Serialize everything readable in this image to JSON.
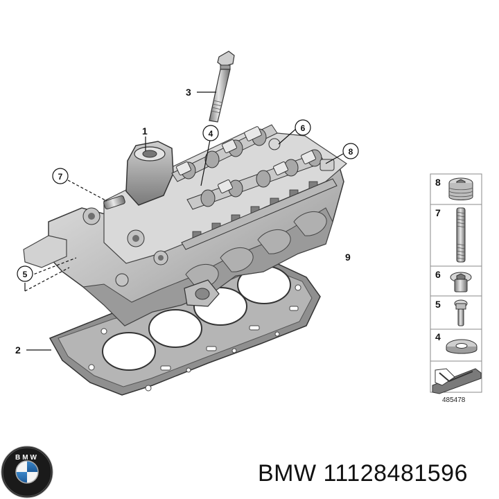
{
  "diagram": {
    "callouts": {
      "c1": "1",
      "c2": "2",
      "c3": "3",
      "c4": "4",
      "c5": "5",
      "c6": "6",
      "c7": "7",
      "c8": "8",
      "c9": "9"
    },
    "legend": {
      "items": [
        {
          "number": "8",
          "part_icon": "plug-screw-icon"
        },
        {
          "number": "7",
          "part_icon": "stud-bolt-icon"
        },
        {
          "number": "6",
          "part_icon": "flange-screw-icon"
        },
        {
          "number": "5",
          "part_icon": "bolt-icon"
        },
        {
          "number": "4",
          "part_icon": "washer-icon"
        }
      ],
      "arrow_icon": "arrow-down-left-icon"
    },
    "reference_number": "485478"
  },
  "brand": {
    "logo_icon": "bmw-logo-icon",
    "logo_letters": "BMW",
    "caption": "BMW 11128481596"
  }
}
